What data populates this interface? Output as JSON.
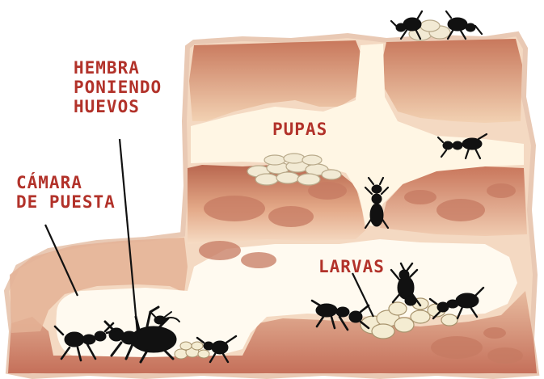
{
  "labels": {
    "female": [
      "HEMBRA",
      "PONIENDO",
      "HUEVOS"
    ],
    "chamber": [
      "CÁMARA",
      "DE PUESTA"
    ],
    "pupae": "PUPAS",
    "larvae": "LARVAS"
  },
  "colors": {
    "label_text": "#b2322a",
    "soil_light": "#f3d5b7",
    "soil_mid": "#dfa17c",
    "soil_dark": "#c7725a",
    "tunnel": "#fffaf0",
    "rim": "#ead0bf",
    "leader_line": "#111111"
  }
}
